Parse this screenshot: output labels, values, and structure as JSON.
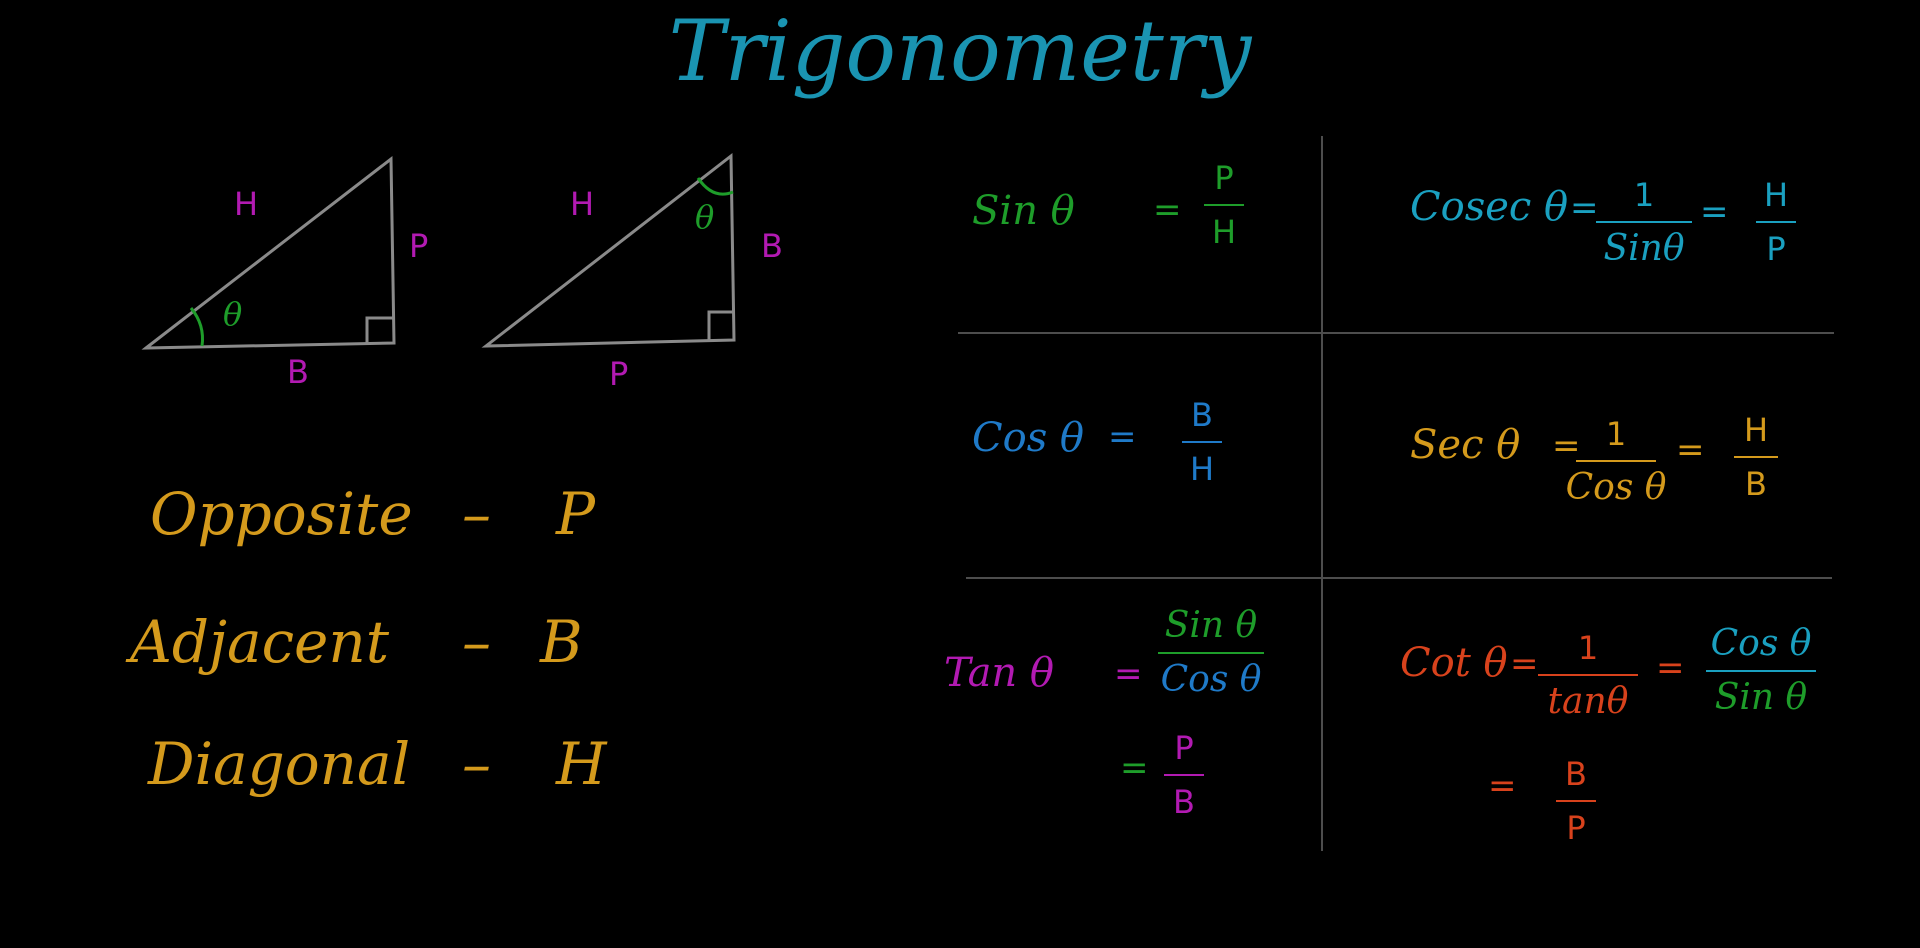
{
  "title": "Trigonometry",
  "colors": {
    "title": "#1a94b2",
    "green": "#1e9d2a",
    "blue": "#1f7ac8",
    "teal": "#1aa0c0",
    "purple": "#b21ab2",
    "gold": "#d49a1c",
    "orange": "#d8421c",
    "gray": "#8a8a8a"
  },
  "triangle1": {
    "hyp": "H",
    "opp": "P",
    "base": "B",
    "angle": "θ"
  },
  "triangle2": {
    "hyp": "H",
    "side": "B",
    "base": "P",
    "angle": "θ"
  },
  "terms": [
    {
      "word": "Opposite",
      "dash": "–",
      "symbol": "P"
    },
    {
      "word": "Adjacent",
      "dash": "–",
      "symbol": "B"
    },
    {
      "word": "Diagonal",
      "dash": "–",
      "symbol": "H"
    }
  ],
  "sin": {
    "lhs": "Sin θ",
    "eq": "=",
    "num": "P",
    "den": "H"
  },
  "cosec": {
    "lhs": "Cosec θ",
    "eq1": "=",
    "num1": "1",
    "den1": "Sinθ",
    "eq2": "=",
    "num2": "H",
    "den2": "P"
  },
  "cos": {
    "lhs": "Cos θ",
    "eq": "=",
    "num": "B",
    "den": "H"
  },
  "sec": {
    "lhs": "Sec θ",
    "eq1": "=",
    "num1": "1",
    "den1": "Cos θ",
    "eq2": "=",
    "num2": "H",
    "den2": "B"
  },
  "tan": {
    "lhs": "Tan θ",
    "eq1": "=",
    "num1": "Sin θ",
    "den1": "Cos θ",
    "eq2": "=",
    "num2": "P",
    "den2": "B"
  },
  "cot": {
    "lhs": "Cot θ",
    "eq1": "=",
    "num1": "1",
    "den1": "tanθ",
    "eq2": "=",
    "num2": "Cos θ",
    "den2": "Sin θ",
    "eq3": "=",
    "num3": "B",
    "den3": "P"
  }
}
